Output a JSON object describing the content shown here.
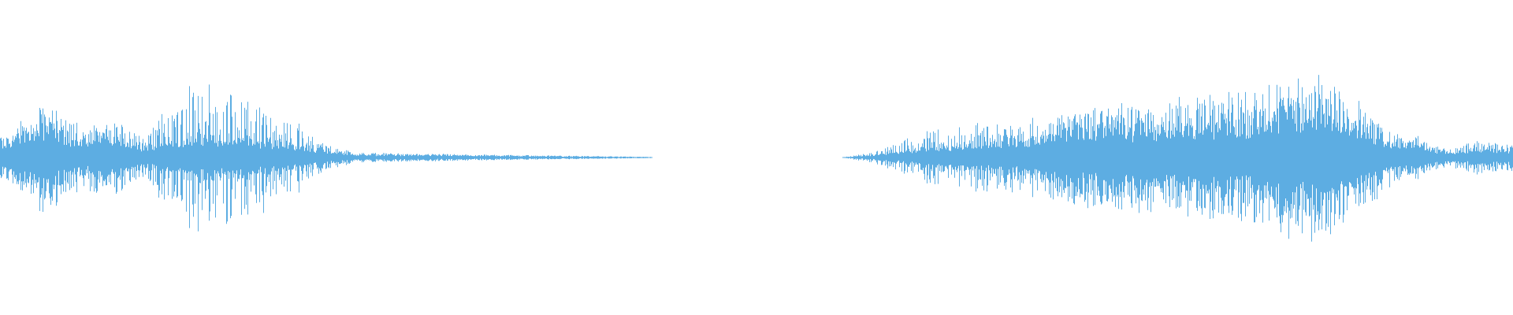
{
  "waveform": {
    "color": "#5dade2",
    "background": "#ffffff",
    "type": "audio-waveform",
    "amplitude_envelope": [
      {
        "t": 0.0,
        "body": 0.08,
        "peak": 0.12
      },
      {
        "t": 0.02,
        "body": 0.18,
        "peak": 0.26
      },
      {
        "t": 0.032,
        "body": 0.22,
        "peak": 0.34
      },
      {
        "t": 0.05,
        "body": 0.12,
        "peak": 0.2
      },
      {
        "t": 0.075,
        "body": 0.14,
        "peak": 0.22
      },
      {
        "t": 0.095,
        "body": 0.08,
        "peak": 0.12
      },
      {
        "t": 0.115,
        "body": 0.12,
        "peak": 0.35
      },
      {
        "t": 0.134,
        "body": 0.16,
        "peak": 0.46
      },
      {
        "t": 0.16,
        "body": 0.14,
        "peak": 0.4
      },
      {
        "t": 0.19,
        "body": 0.1,
        "peak": 0.25
      },
      {
        "t": 0.215,
        "body": 0.05,
        "peak": 0.08
      },
      {
        "t": 0.235,
        "body": 0.02,
        "peak": 0.03
      },
      {
        "t": 0.3,
        "body": 0.015,
        "peak": 0.02
      },
      {
        "t": 0.38,
        "body": 0.008,
        "peak": 0.01
      },
      {
        "t": 0.43,
        "body": 0.003,
        "peak": 0.004
      },
      {
        "t": 0.431,
        "body": 0.0,
        "peak": 0.0
      },
      {
        "t": 0.557,
        "body": 0.0,
        "peak": 0.0
      },
      {
        "t": 0.558,
        "body": 0.003,
        "peak": 0.004
      },
      {
        "t": 0.58,
        "body": 0.02,
        "peak": 0.04
      },
      {
        "t": 0.61,
        "body": 0.07,
        "peak": 0.15
      },
      {
        "t": 0.65,
        "body": 0.1,
        "peak": 0.22
      },
      {
        "t": 0.68,
        "body": 0.12,
        "peak": 0.22
      },
      {
        "t": 0.71,
        "body": 0.22,
        "peak": 0.3
      },
      {
        "t": 0.76,
        "body": 0.22,
        "peak": 0.33
      },
      {
        "t": 0.8,
        "body": 0.24,
        "peak": 0.38
      },
      {
        "t": 0.83,
        "body": 0.26,
        "peak": 0.4
      },
      {
        "t": 0.865,
        "body": 0.34,
        "peak": 0.5
      },
      {
        "t": 0.895,
        "body": 0.26,
        "peak": 0.38
      },
      {
        "t": 0.915,
        "body": 0.12,
        "peak": 0.2
      },
      {
        "t": 0.94,
        "body": 0.08,
        "peak": 0.12
      },
      {
        "t": 0.955,
        "body": 0.04,
        "peak": 0.06
      },
      {
        "t": 0.975,
        "body": 0.06,
        "peak": 0.1
      },
      {
        "t": 1.0,
        "body": 0.05,
        "peak": 0.08
      }
    ]
  }
}
